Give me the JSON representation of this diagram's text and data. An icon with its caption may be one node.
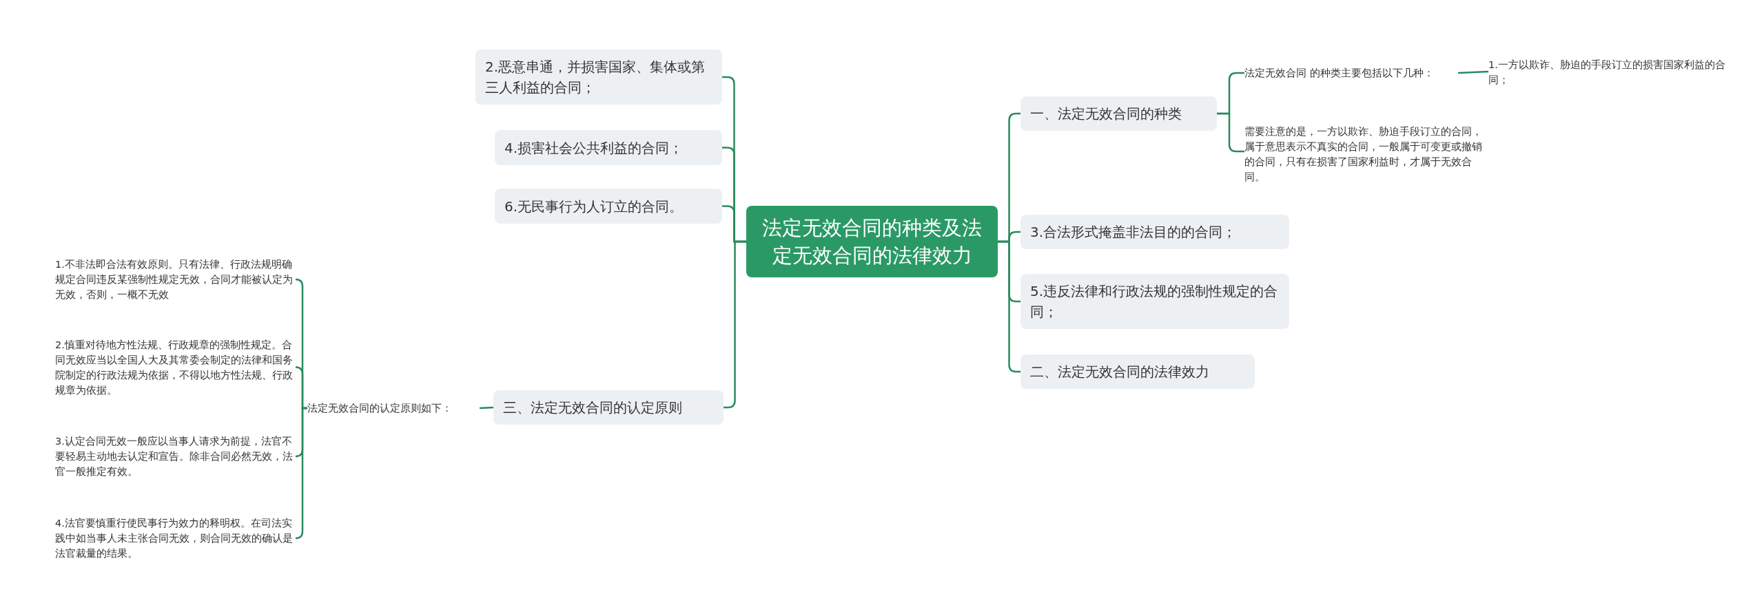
{
  "diagram": {
    "nodes": [
      {
        "text": [
          "法定无效合同的种类及法定无效合同的法律效力"
        ]
      },
      {
        "text": [
          "2.恶意串通，并损害国家、集体或第三人利益的合同；"
        ]
      },
      {
        "text": [
          "4.损害社会公共利益的合同；"
        ]
      },
      {
        "text": [
          "6.无民事行为人订立的合同。"
        ]
      },
      {
        "text": [
          "三、法定无效合同的认定原则"
        ]
      },
      {
        "text": [
          "法定无效合同的认定原则如下："
        ]
      },
      {
        "text": [
          "1.不非法即合法有效原则。只有法律、行政法规明确规定合同违反某强制性规定无效，合同才能被认定为无效，否则，一概不无效"
        ]
      },
      {
        "text": [
          "2.慎重对待地方性法规、行政规章的强制性规定。合同无效应当以全国人大及其常委会制定的法律和国务院制定的行政法规为依据，不得以地方性法规、行政规章为依据。"
        ]
      },
      {
        "text": [
          "3.认定合同无效一般应以当事人请求为前提，法官不要轻易主动地去认定和宣告。除非合同必然无效，法官一般推定有效。"
        ]
      },
      {
        "text": [
          "4.法官要慎重行使民事行为效力的释明权。在司法实践中如当事人未主张合同无效，则合同无效的确认是法官裁量的结果。"
        ]
      },
      {
        "text": [
          "一、法定无效合同的种类"
        ]
      },
      {
        "text": [
          "法定无效合同 的种类主要包括以下几种："
        ]
      },
      {
        "text": [
          "1.一方以欺诈、胁迫的手段订立的损害国家利益的合同；"
        ]
      },
      {
        "text": [
          "需要注意的是，一方以欺诈、胁迫手段订立的合同，属于意思表示不真实的合同，一般属于可变更或撤销的合同，只有在损害了国家利益时，才属于无效合同。"
        ]
      },
      {
        "text": [
          "3.合法形式掩盖非法目的的合同；"
        ]
      },
      {
        "text": [
          "5.违反法律和行政法规的强制性规定的合同；"
        ]
      },
      {
        "text": [
          "二、法定无效合同的法律效力"
        ]
      }
    ],
    "edges": [
      {
        "from": 0,
        "to": 1,
        "arrow": "none"
      },
      {
        "from": 0,
        "to": 2,
        "arrow": "none"
      },
      {
        "from": 0,
        "to": 3,
        "arrow": "none"
      },
      {
        "from": 0,
        "to": 4,
        "arrow": "none"
      },
      {
        "from": 4,
        "to": 5,
        "arrow": "none"
      },
      {
        "from": 5,
        "to": 6,
        "arrow": "none"
      },
      {
        "from": 5,
        "to": 7,
        "arrow": "none"
      },
      {
        "from": 5,
        "to": 8,
        "arrow": "none"
      },
      {
        "from": 5,
        "to": 9,
        "arrow": "none"
      },
      {
        "from": 0,
        "to": 10,
        "arrow": "none"
      },
      {
        "from": 10,
        "to": 11,
        "arrow": "none"
      },
      {
        "from": 11,
        "to": 12,
        "arrow": "none"
      },
      {
        "from": 10,
        "to": 13,
        "arrow": "none"
      },
      {
        "from": 0,
        "to": 14,
        "arrow": "none"
      },
      {
        "from": 0,
        "to": 15,
        "arrow": "none"
      },
      {
        "from": 0,
        "to": 16,
        "arrow": "none"
      }
    ]
  }
}
